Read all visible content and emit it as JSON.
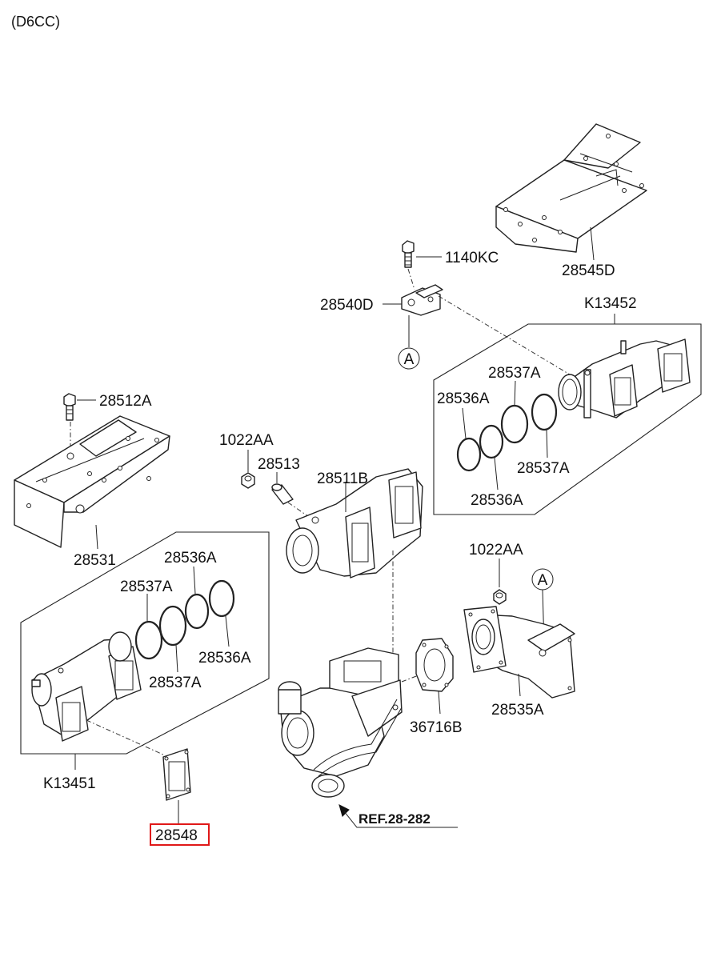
{
  "header": {
    "engine_code": "(D6CC)"
  },
  "labels": {
    "p28545D": "28545D",
    "p1140KC": "1140KC",
    "p28540D": "28540D",
    "ref_a_top": "A",
    "pK13452": "K13452",
    "p28537A_a": "28537A",
    "p28536A_a": "28536A",
    "p28537A_b": "28537A",
    "p28536A_b": "28536A",
    "p28512A": "28512A",
    "p1022AA_a": "1022AA",
    "p28513": "28513",
    "p28511B": "28511B",
    "p28531": "28531",
    "p28536A_c": "28536A",
    "p28537A_c": "28537A",
    "p28536A_d": "28536A",
    "p28537A_d": "28537A",
    "p1022AA_b": "1022AA",
    "ref_a_bottom": "A",
    "p36716B": "36716B",
    "p28535A": "28535A",
    "pK13451": "K13451",
    "p28548": "28548",
    "ref_28_282": "REF.28-282"
  },
  "highlight": {
    "part": "28548",
    "color": "#e01818"
  }
}
